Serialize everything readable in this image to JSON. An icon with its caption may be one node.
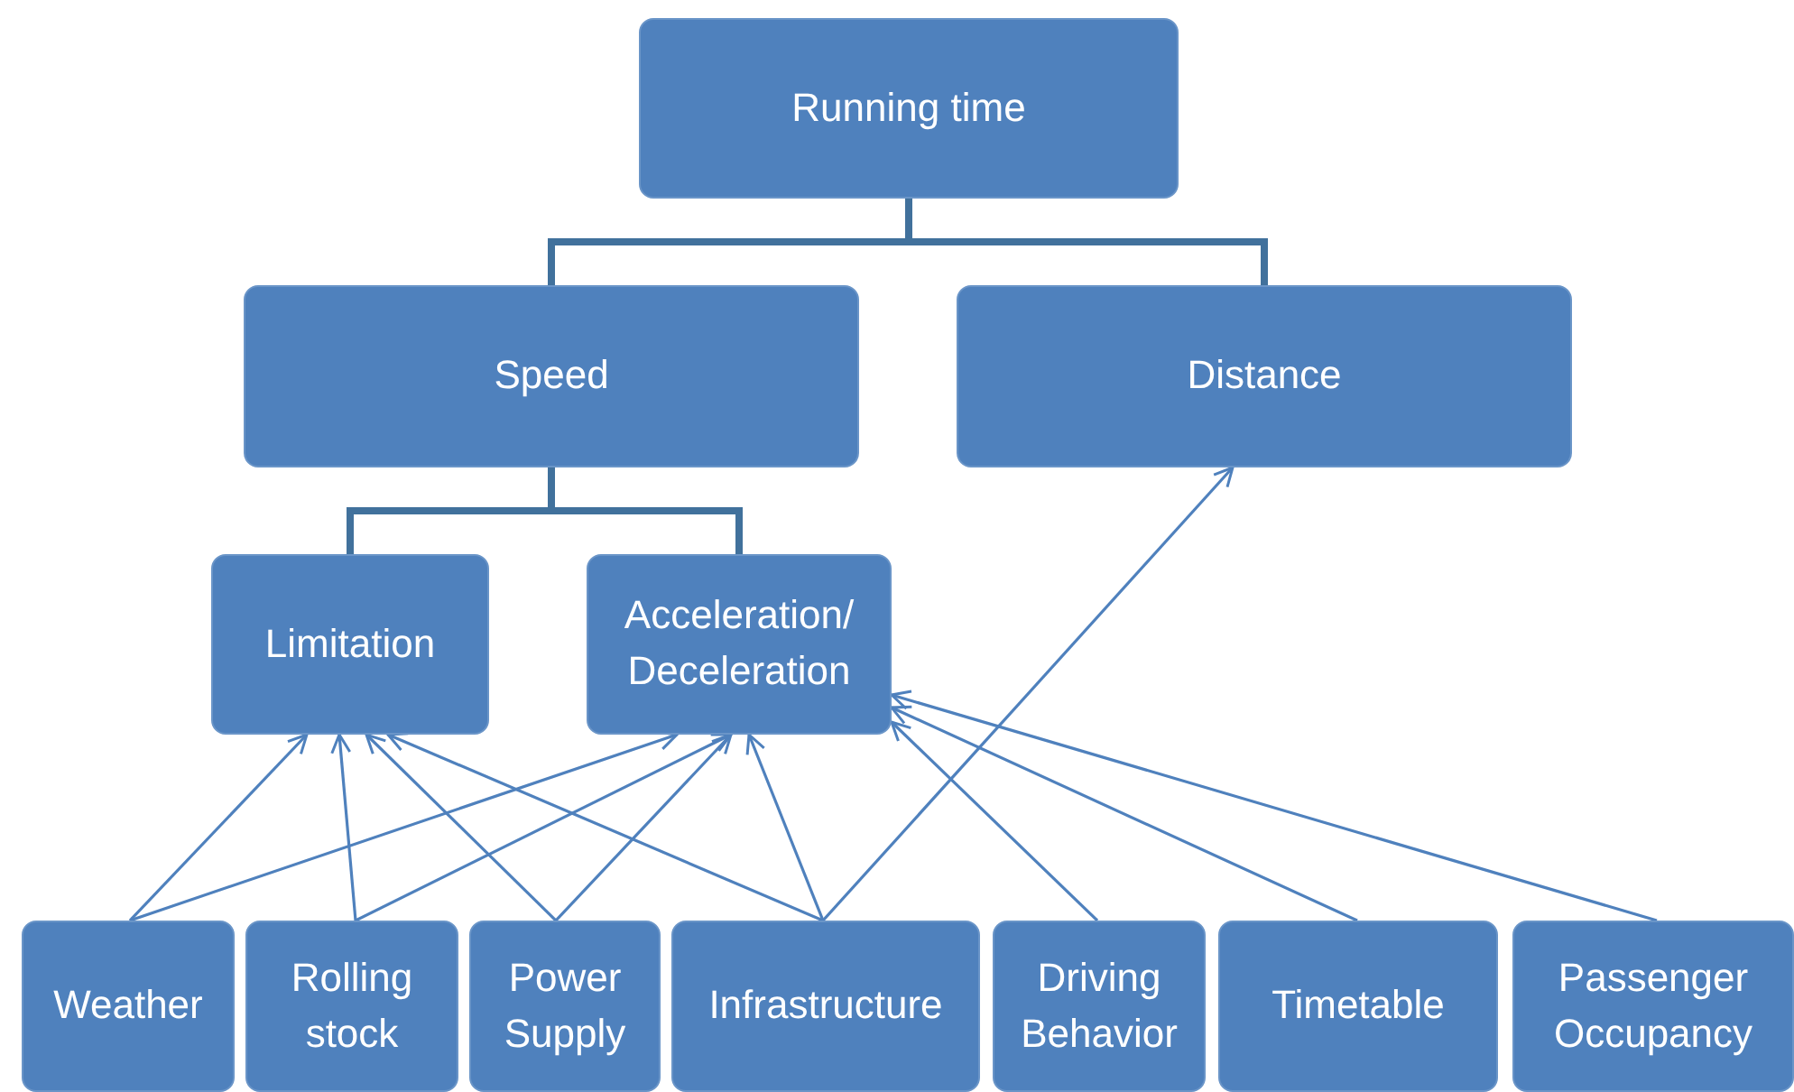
{
  "diagram": {
    "nodes": [
      {
        "text": [
          "Running time"
        ]
      },
      {
        "text": [
          "Speed"
        ]
      },
      {
        "text": [
          "Distance"
        ]
      },
      {
        "text": [
          "Limitation"
        ]
      },
      {
        "text": [
          "Acceleration/ Deceleration"
        ]
      },
      {
        "text": [
          "Weather"
        ]
      },
      {
        "text": [
          "Rolling stock"
        ]
      },
      {
        "text": [
          "Power Supply"
        ]
      },
      {
        "text": [
          "Infrastructure"
        ]
      },
      {
        "text": [
          "Driving Behavior"
        ]
      },
      {
        "text": [
          "Timetable"
        ]
      },
      {
        "text": [
          "Passenger Occupancy"
        ]
      }
    ],
    "edges": [
      {
        "from": 0,
        "to": 1,
        "arrow": "none",
        "style": "thick"
      },
      {
        "from": 0,
        "to": 2,
        "arrow": "none",
        "style": "thick"
      },
      {
        "from": 1,
        "to": 3,
        "arrow": "none",
        "style": "thick"
      },
      {
        "from": 1,
        "to": 4,
        "arrow": "none",
        "style": "thick"
      },
      {
        "from": 5,
        "to": 3,
        "arrow": "to"
      },
      {
        "from": 5,
        "to": 4,
        "arrow": "to"
      },
      {
        "from": 6,
        "to": 3,
        "arrow": "to"
      },
      {
        "from": 6,
        "to": 4,
        "arrow": "to"
      },
      {
        "from": 7,
        "to": 3,
        "arrow": "to"
      },
      {
        "from": 7,
        "to": 4,
        "arrow": "to"
      },
      {
        "from": 8,
        "to": 3,
        "arrow": "to"
      },
      {
        "from": 8,
        "to": 4,
        "arrow": "to"
      },
      {
        "from": 8,
        "to": 2,
        "arrow": "to"
      },
      {
        "from": 9,
        "to": 4,
        "arrow": "to"
      },
      {
        "from": 10,
        "to": 4,
        "arrow": "to"
      },
      {
        "from": 11,
        "to": 4,
        "arrow": "to"
      }
    ]
  }
}
